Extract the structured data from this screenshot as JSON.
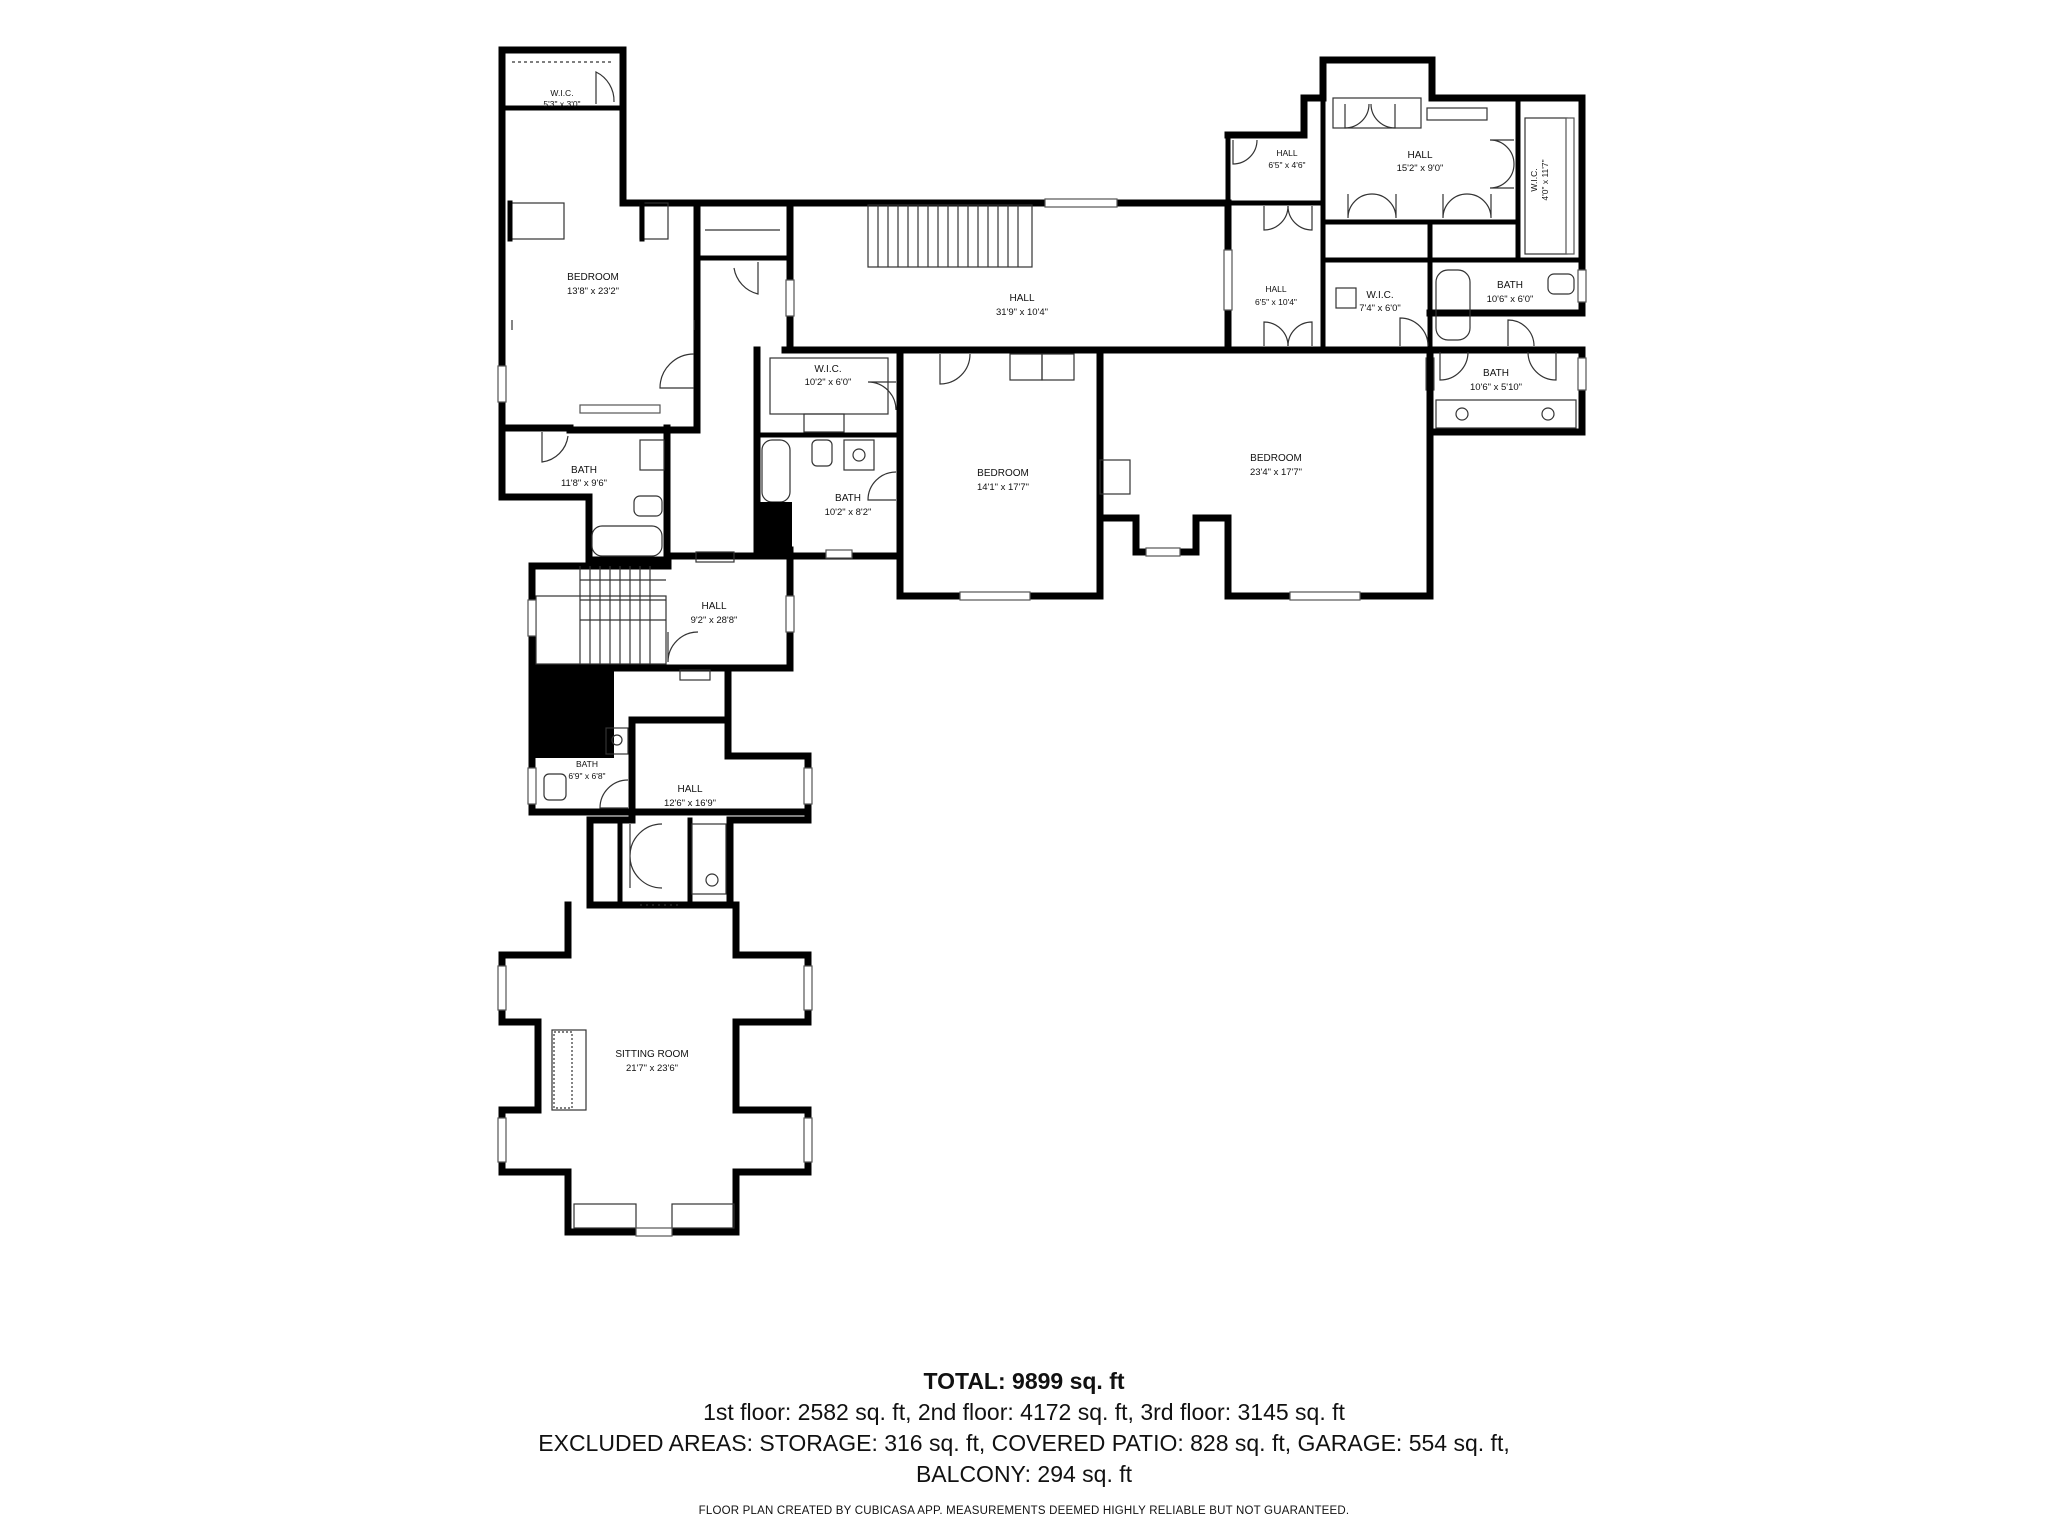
{
  "rooms": {
    "wic_top_left": {
      "name": "W.I.C.",
      "dims": "5'3\" x 3'0\""
    },
    "bedroom_left": {
      "name": "BEDROOM",
      "dims": "13'8\" x 23'2\""
    },
    "bath_left": {
      "name": "BATH",
      "dims": "11'8\" x 9'6\""
    },
    "hall_main": {
      "name": "HALL",
      "dims": "31'9\" x 10'4\""
    },
    "wic_mid": {
      "name": "W.I.C.",
      "dims": "10'2\" x 6'0\""
    },
    "bath_mid": {
      "name": "BATH",
      "dims": "10'2\" x 8'2\""
    },
    "bedroom_mid": {
      "name": "BEDROOM",
      "dims": "14'1\" x 17'7\""
    },
    "bedroom_right": {
      "name": "BEDROOM",
      "dims": "23'4\" x 17'7\""
    },
    "hall_small_top": {
      "name": "HALL",
      "dims": "6'5\" x 4'6\""
    },
    "hall_upper_right": {
      "name": "HALL",
      "dims": "15'2\" x 9'0\""
    },
    "wic_right_vertical": {
      "name": "W.I.C.",
      "dims": "4'0\" x 11'7\""
    },
    "hall_narrow": {
      "name": "HALL",
      "dims": "6'5\" x 10'4\""
    },
    "wic_right": {
      "name": "W.I.C.",
      "dims": "7'4\" x 6'0\""
    },
    "bath_right_upper": {
      "name": "BATH",
      "dims": "10'6\" x 6'0\""
    },
    "bath_right_lower": {
      "name": "BATH",
      "dims": "10'6\" x 5'10\""
    },
    "hall_stairs": {
      "name": "HALL",
      "dims": "9'2\" x 28'8\""
    },
    "bath_small": {
      "name": "BATH",
      "dims": "6'9\" x 6'8\""
    },
    "hall_lower": {
      "name": "HALL",
      "dims": "12'6\" x 16'9\""
    },
    "sitting_room": {
      "name": "SITTING ROOM",
      "dims": "21'7\" x 23'6\""
    }
  },
  "summary": {
    "total_label": "TOTAL: 9899 sq. ft",
    "floors": "1st floor: 2582 sq. ft, 2nd floor: 4172 sq. ft, 3rd floor: 3145 sq. ft",
    "excluded": "EXCLUDED AREAS: STORAGE: 316 sq. ft, COVERED PATIO: 828 sq. ft, GARAGE: 554 sq. ft,",
    "balcony": "BALCONY: 294 sq. ft",
    "credit": "FLOOR PLAN CREATED BY CUBICASA APP. MEASUREMENTS DEEMED HIGHLY RELIABLE BUT NOT GUARANTEED."
  }
}
